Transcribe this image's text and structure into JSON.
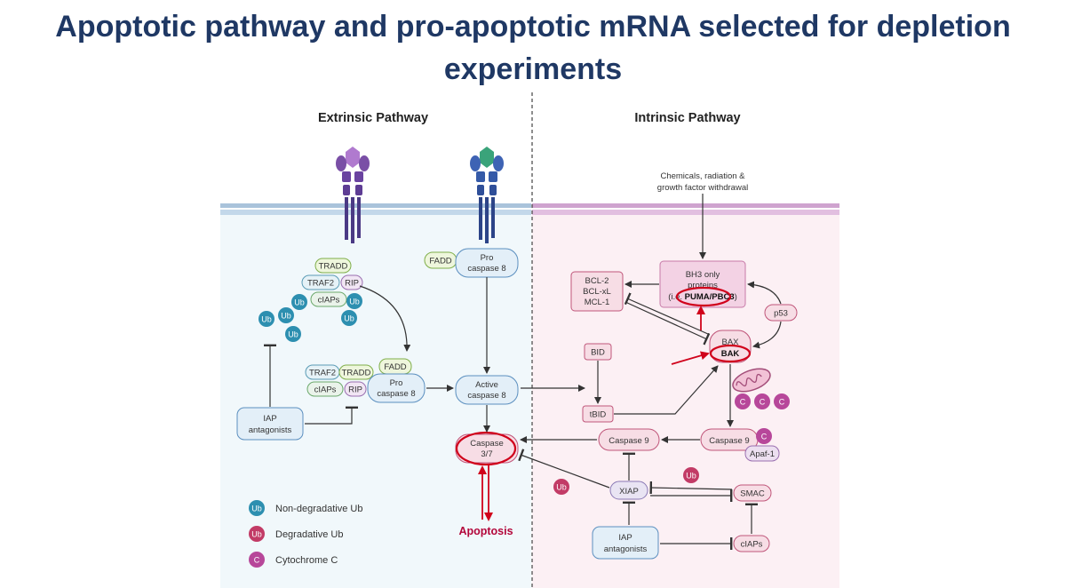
{
  "title": {
    "line1": "Apoptotic pathway and pro-apoptotic mRNA selected for depletion",
    "line2": "experiments"
  },
  "colors": {
    "title": "#1f3864",
    "extrinsic_bg": "#f1f8fb",
    "intrinsic_bg": "#fcf0f4",
    "membrane_extrinsic": "#a9c3db",
    "membrane_intrinsic": "#cfa3cf",
    "receptor_purple": "#7a4fa6",
    "receptor_blue": "#3e63b4",
    "ub_non_degradative": "#2d8fb0",
    "ub_degradative": "#c23b66",
    "cytochrome_c": "#b7479a",
    "highlight_red": "#d0021b",
    "apoptosis_text": "#b3063a"
  },
  "extrinsic": {
    "header": "Extrinsic Pathway",
    "complex1": {
      "tradd": "TRADD",
      "traf2": "TRAF2",
      "rip": "RIP",
      "ciaps": "cIAPs"
    },
    "ub": "Ub",
    "fadd_top": "FADD",
    "pro_caspase8_top": [
      "Pro",
      "caspase 8"
    ],
    "complex2": {
      "traf2": "TRAF2",
      "tradd": "TRADD",
      "fadd": "FADD",
      "ciaps": "cIAPs",
      "rip": "RIP"
    },
    "pro_caspase8_mid": [
      "Pro",
      "caspase 8"
    ],
    "active_caspase8": [
      "Active",
      "caspase 8"
    ],
    "iap_antagonists": [
      "IAP",
      "antagonists"
    ],
    "caspase37": [
      "Caspase",
      "3/7"
    ],
    "apoptosis": "Apoptosis"
  },
  "intrinsic": {
    "header": "Intrinsic Pathway",
    "stimulus": [
      "Chemicals, radiation &",
      "growth factor withdrawal"
    ],
    "bh3": [
      "BH3 only",
      "proteins",
      "(i.e. ",
      "PUMA/PBC3",
      ")"
    ],
    "bcl": [
      "BCL-2",
      "BCL-xL",
      "MCL-1"
    ],
    "p53": "p53",
    "bax": "BAX",
    "bak": "BAK",
    "bid": "BID",
    "tbid": "tBID",
    "caspase9": "Caspase 9",
    "caspase9_complex": "Caspase 9",
    "apaf1": "Apaf-1",
    "cytochrome_letter": "C",
    "xiap": "XIAP",
    "smac": "SMAC",
    "ciaps": "cIAPs",
    "iap_antagonists": [
      "IAP",
      "antagonists"
    ],
    "ub": "Ub"
  },
  "legend": {
    "items": [
      {
        "symbol": "Ub",
        "label": "Non-degradative Ub",
        "icon": "ub-non-degradative-icon"
      },
      {
        "symbol": "Ub",
        "label": "Degradative Ub",
        "icon": "ub-degradative-icon"
      },
      {
        "symbol": "C",
        "label": "Cytochrome C",
        "icon": "cytochrome-c-icon"
      }
    ]
  }
}
